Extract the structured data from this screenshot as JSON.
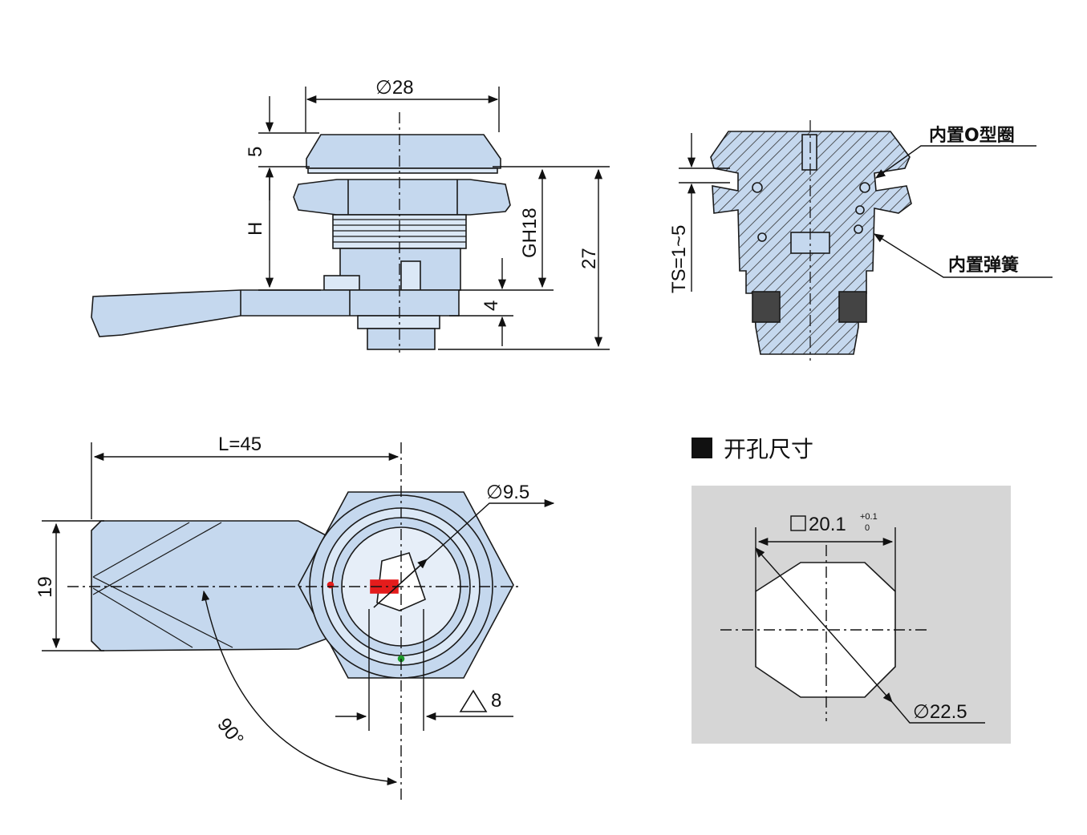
{
  "side_view": {
    "dia_top": "∅28",
    "dim_5": "5",
    "dim_h": "H",
    "dim_gh": "GH18",
    "dim_27": "27",
    "dim_4": "4"
  },
  "section_view": {
    "dim_ts": "TS=1~5",
    "oring_label": "内置O型圈",
    "spring_label": "内置弹簧"
  },
  "front_view": {
    "dim_l": "L=45",
    "dim_19": "19",
    "dia_key": "∅9.5",
    "angle": "90°",
    "tri_dim": "8"
  },
  "cutout": {
    "title": "开孔尺寸",
    "square_dim": "20.1",
    "tol_upper": "+0.1",
    "tol_lower": "0",
    "dia_dim": "∅22.5"
  },
  "colors": {
    "part_fill": "#c5d8ee",
    "part_light": "#dbe8f6",
    "outline": "#1a1a1a",
    "key_red": "#e41c1c",
    "dot_green": "#1e9a2c",
    "cutout_bg": "#d6d6d6"
  }
}
